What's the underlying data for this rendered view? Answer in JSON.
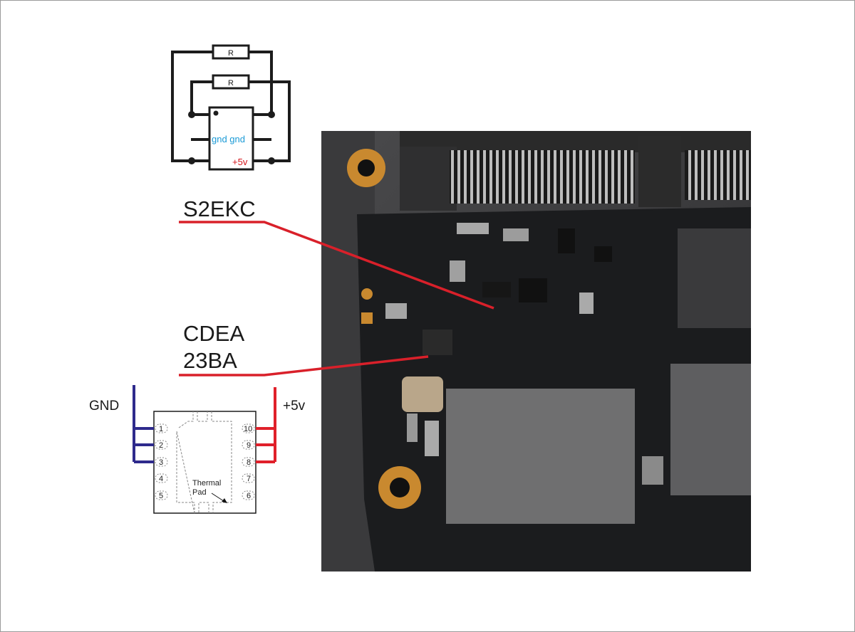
{
  "schematic": {
    "resistor_top_label": "R",
    "resistor_bottom_label": "R",
    "chip_gnd_label": "gnd gnd",
    "chip_power_label": "+5v"
  },
  "callouts": {
    "top_marking": "S2EKC",
    "bottom_marking_line1": "CDEA",
    "bottom_marking_line2": "23BA"
  },
  "pinout": {
    "gnd_label": "GND",
    "power_label": "+5v",
    "left_pins": [
      "1",
      "2",
      "3",
      "4",
      "5"
    ],
    "right_pins": [
      "10",
      "9",
      "8",
      "7",
      "6"
    ],
    "thermal_pad_line1": "Thermal",
    "thermal_pad_line2": "Pad"
  },
  "colors": {
    "gnd_wire": "#2e2a8c",
    "power_wire": "#e0202a",
    "gnd_text": "#1a9ad6",
    "power_text": "#d4161c",
    "callout_line": "#d9202a",
    "pad_gold": "#c9892f"
  }
}
